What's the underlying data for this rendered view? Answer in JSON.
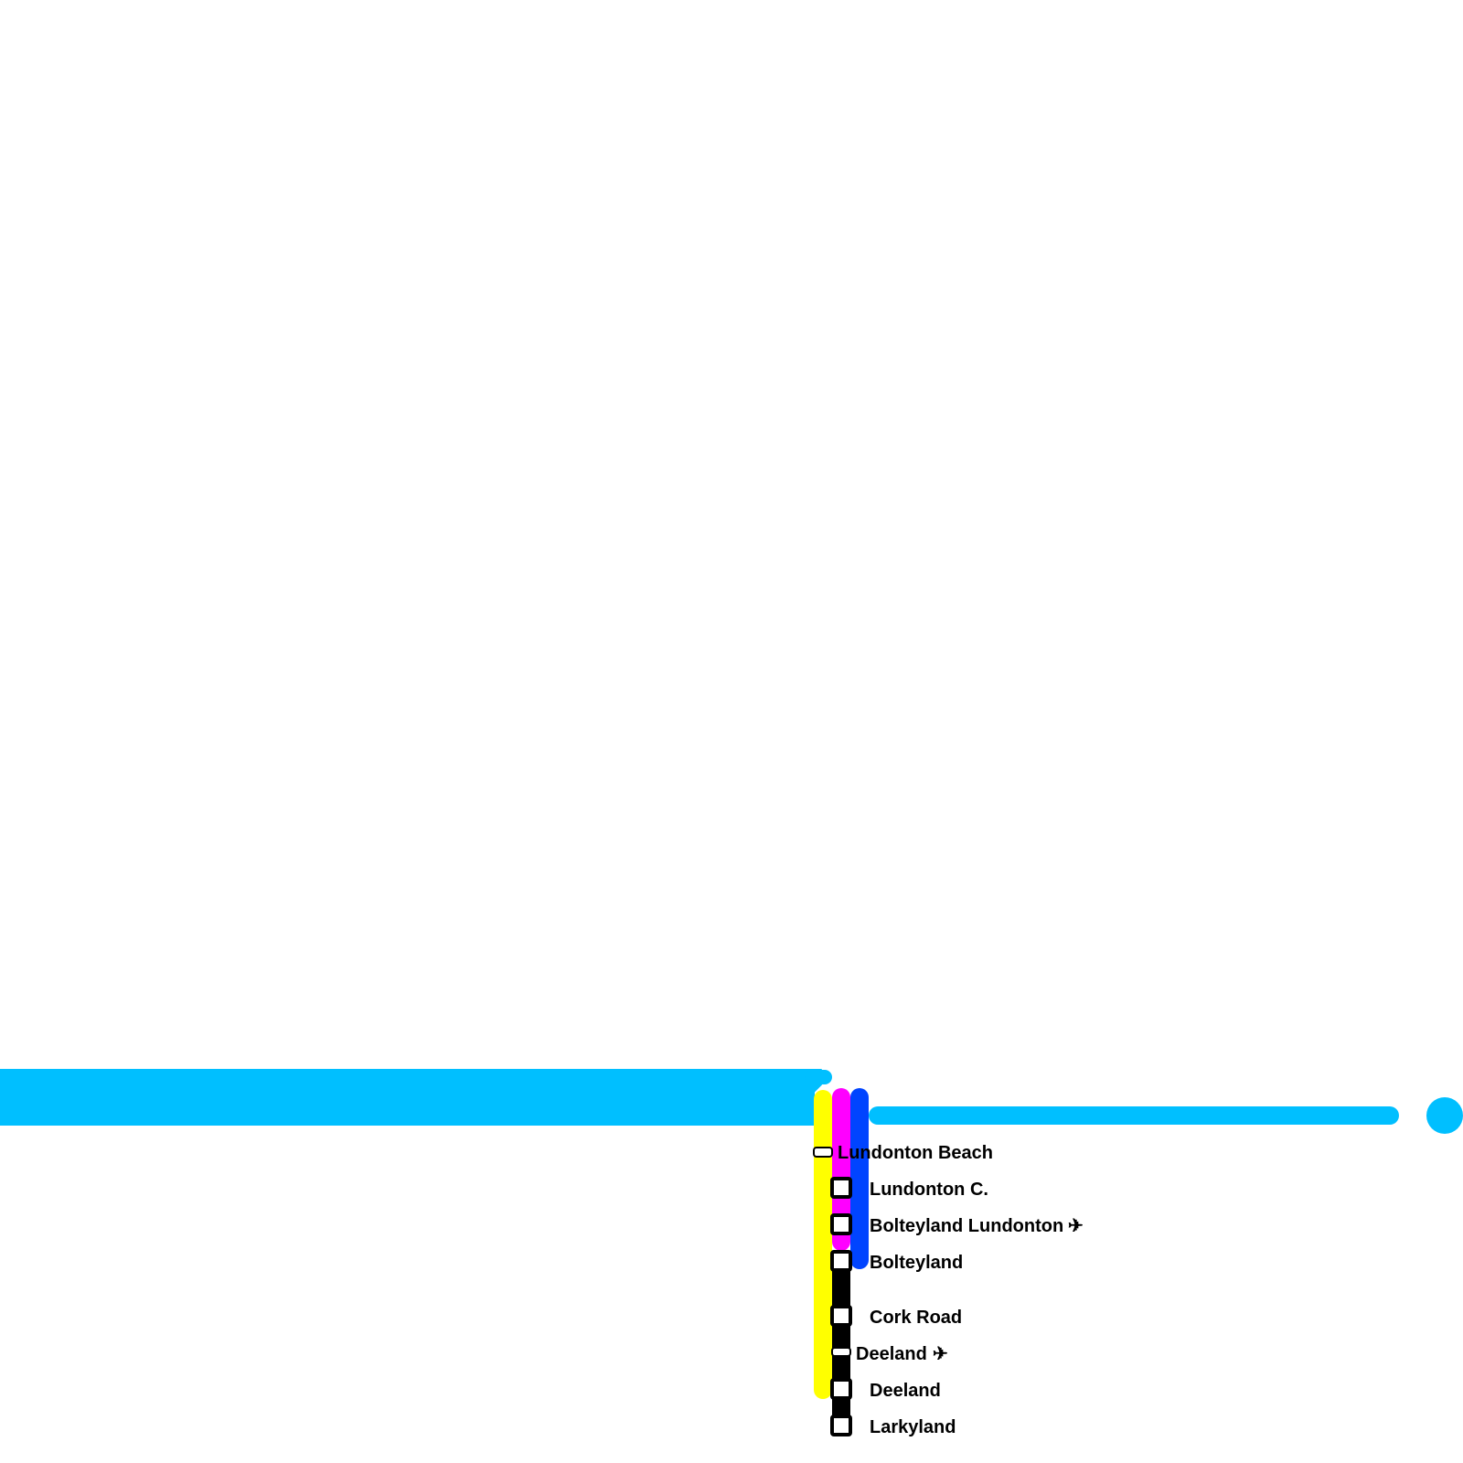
{
  "colors": {
    "background": "#ffffff",
    "line_cyan": "#00bfff",
    "line_yellow": "#ffff00",
    "line_magenta": "#ff00ff",
    "line_blue": "#0044ff",
    "line_black": "#000000",
    "station_fill": "#ffffff",
    "station_stroke": "#000000"
  },
  "stations": [
    {
      "name": "Lundonton Beach",
      "icon": ""
    },
    {
      "name": "Lundonton C.",
      "icon": ""
    },
    {
      "name": "Bolteyland Lundonton",
      "icon": "airplane-icon"
    },
    {
      "name": "Bolteyland",
      "icon": ""
    },
    {
      "name": "Cork Road",
      "icon": ""
    },
    {
      "name": "Deeland",
      "icon": "airplane-icon"
    },
    {
      "name": "Deeland",
      "icon": ""
    },
    {
      "name": "Larkyland",
      "icon": ""
    }
  ],
  "airport_glyph": "✈"
}
